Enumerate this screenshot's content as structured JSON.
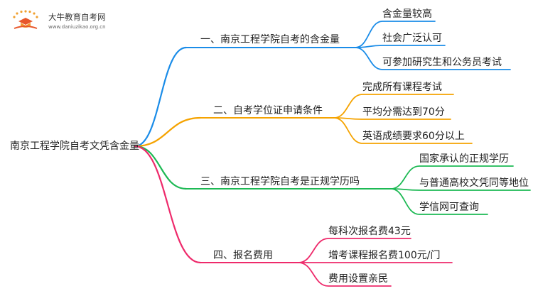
{
  "logo": {
    "name": "大牛教育自考网",
    "url": "www.daniuzikao.org.cn",
    "icon": "graduation-book-icon"
  },
  "root": {
    "label": "南京工程学院自考文凭含金量"
  },
  "branches": [
    {
      "label": "一、南京工程学院自考的含金量",
      "color": "#1a8ce8",
      "children": [
        "含金量较高",
        "社会广泛认可",
        "可参加研究生和公务员考试"
      ]
    },
    {
      "label": "二、自考学位证申请条件",
      "color": "#f5a300",
      "children": [
        "完成所有课程考试",
        "平均分需达到70分",
        "英语成绩要求60分以上"
      ]
    },
    {
      "label": "三、南京工程学院自考是正规学历吗",
      "color": "#1db954",
      "children": [
        "国家承认的正规学历",
        "与普通高校文凭同等地位",
        "学信网可查询"
      ]
    },
    {
      "label": "四、报名费用",
      "color": "#ee2a6b",
      "children": [
        "每科次报名费43元",
        "增考课程报名费100元/门",
        "费用设置亲民"
      ]
    }
  ]
}
